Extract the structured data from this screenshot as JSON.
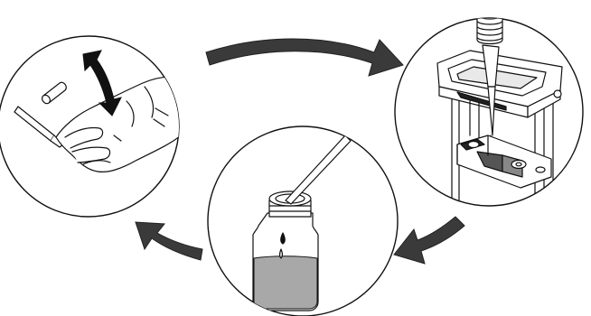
{
  "diagram": {
    "steps": [
      {
        "id": "step-1",
        "icon": "hand-with-pen-icon"
      },
      {
        "id": "step-2",
        "icon": "cartridge-in-holder-icon"
      },
      {
        "id": "step-3",
        "icon": "bottle-with-dropper-icon"
      }
    ],
    "flow": [
      "step-1",
      "step-2",
      "step-3",
      "step-1"
    ],
    "colors": {
      "stroke": "#111111",
      "arrow_fill": "#3a3a3a",
      "liquid_fill": "#a8a8a8",
      "background": "#ffffff"
    }
  }
}
